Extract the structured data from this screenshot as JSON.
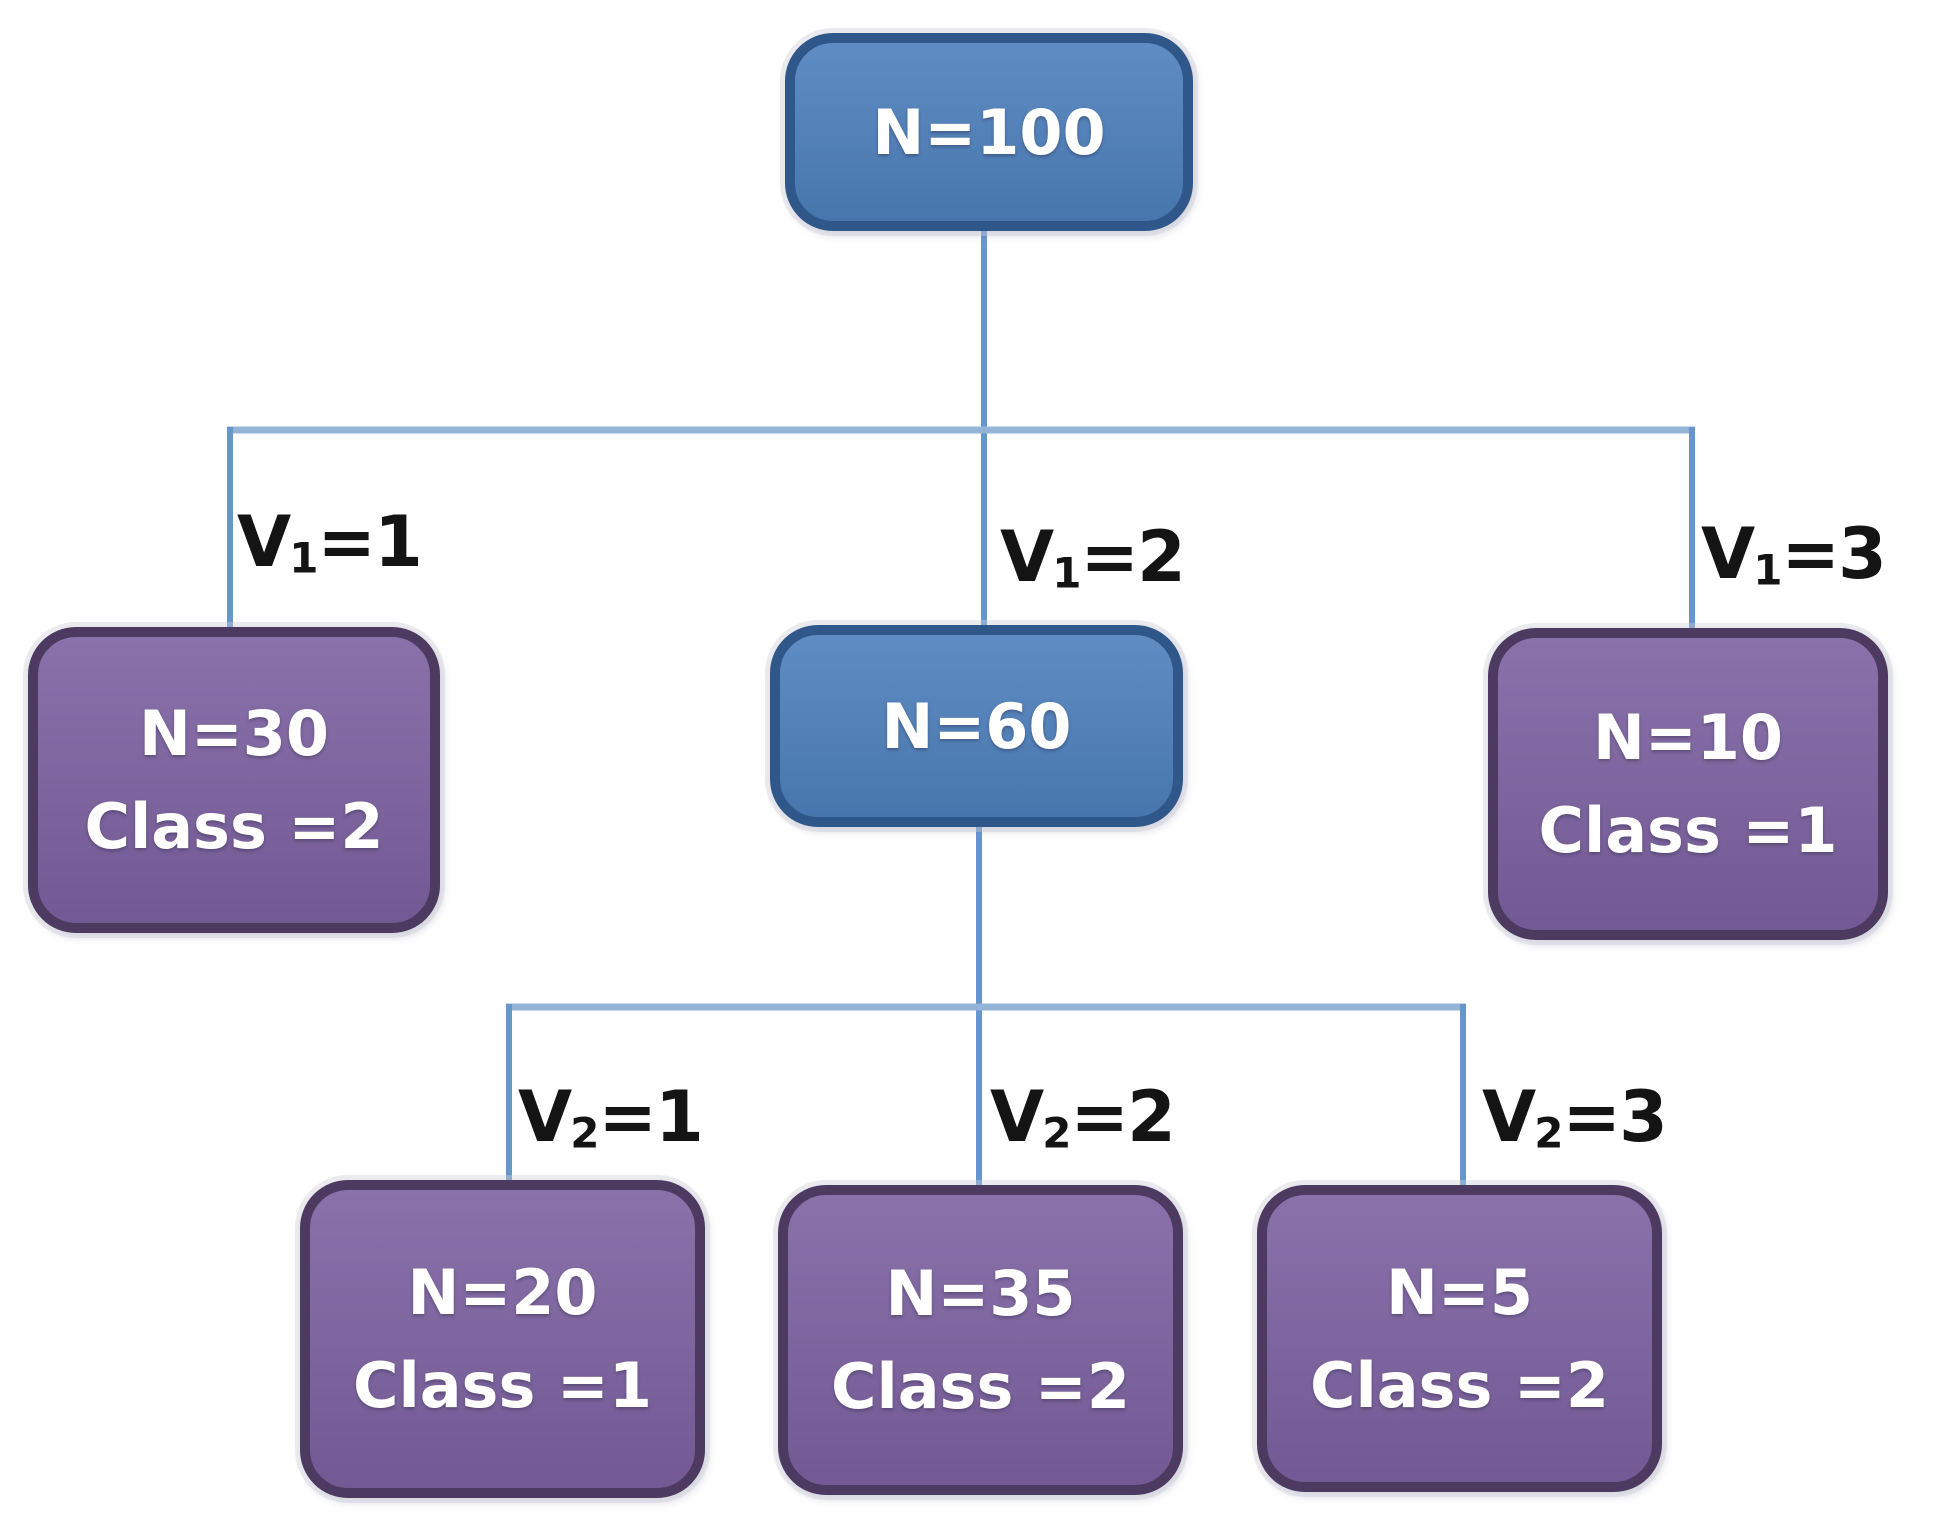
{
  "diagram": {
    "title": "decision-tree",
    "nodes": {
      "root": {
        "line1": "N=100",
        "line2": ""
      },
      "v1_1": {
        "line1": "N=30",
        "line2": "Class =2"
      },
      "v1_2": {
        "line1": "N=60",
        "line2": ""
      },
      "v1_3": {
        "line1": "N=10",
        "line2": "Class =1"
      },
      "v2_1": {
        "line1": "N=20",
        "line2": "Class =1"
      },
      "v2_2": {
        "line1": "N=35",
        "line2": "Class =2"
      },
      "v2_3": {
        "line1": "N=5",
        "line2": "Class =2"
      }
    },
    "labels": {
      "v1_1": {
        "base": "V",
        "sub": "1",
        "rest": "=1"
      },
      "v1_2": {
        "base": "V",
        "sub": "1",
        "rest": "=2"
      },
      "v1_3": {
        "base": "V",
        "sub": "1",
        "rest": "=3"
      },
      "v2_1": {
        "base": "V",
        "sub": "2",
        "rest": "=1"
      },
      "v2_2": {
        "base": "V",
        "sub": "2",
        "rest": "=2"
      },
      "v2_3": {
        "base": "V",
        "sub": "2",
        "rest": "=3"
      }
    }
  },
  "colors": {
    "node_blue": "#4d80bc",
    "node_blue_border": "#30578a",
    "node_purple": "#7c61a0",
    "node_purple_border": "#4c3a60",
    "connector_light": "#95b3d7",
    "connector_dark": "#6796cc",
    "node_text": "#ffffff",
    "label_text": "#141414",
    "background": "#ffffff"
  }
}
